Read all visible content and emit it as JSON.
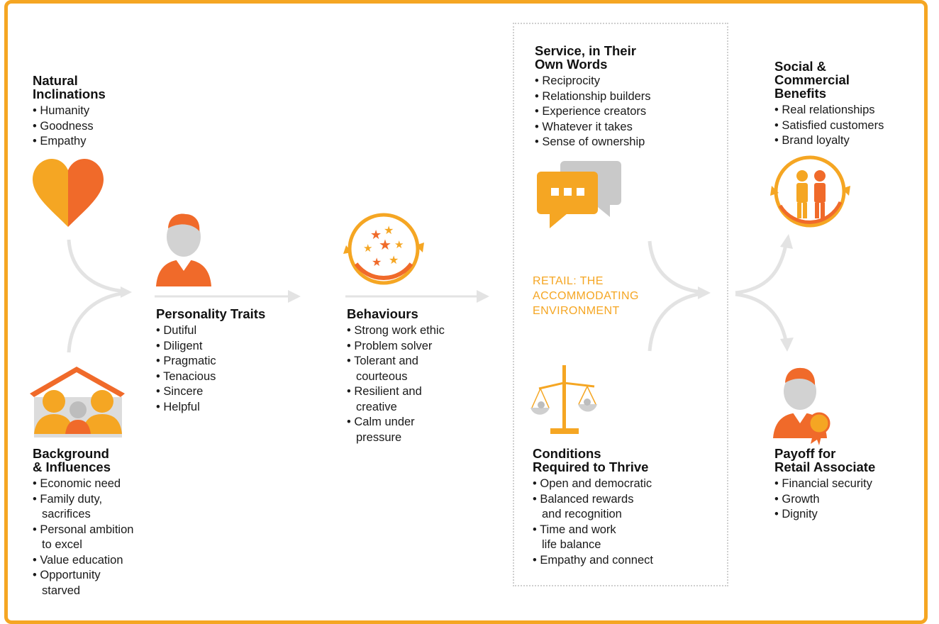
{
  "colors": {
    "frame": "#f5a623",
    "accent": "#f5a623",
    "accent_dark": "#f06a2a",
    "arrow": "#e3e3e3",
    "text": "#1a1a1a"
  },
  "natural": {
    "title": "Natural\nInclinations",
    "items": [
      "Humanity",
      "Goodness",
      "Empathy"
    ],
    "icon": "heart-icon"
  },
  "background": {
    "title": "Background\n& Influences",
    "items": [
      "Economic need",
      "Family duty,\nsacrifices",
      "Personal ambition\nto excel",
      "Value education",
      "Opportunity\nstarved"
    ],
    "icon": "family-house-icon"
  },
  "personality": {
    "title": "Personality Traits",
    "items": [
      "Dutiful",
      "Diligent",
      "Pragmatic",
      "Tenacious",
      "Sincere",
      "Helpful"
    ],
    "icon": "person-icon"
  },
  "behaviours": {
    "title": "Behaviours",
    "items": [
      "Strong work ethic",
      "Problem solver",
      "Tolerant and\ncourteous",
      "Resilient and\ncreative",
      "Calm under\npressure"
    ],
    "icon": "stars-cycle-icon"
  },
  "service": {
    "title": "Service, in Their\nOwn Words",
    "items": [
      "Reciprocity",
      "Relationship builders",
      "Experience creators",
      "Whatever it takes",
      "Sense of ownership"
    ],
    "icon": "speech-bubbles-icon"
  },
  "environment": {
    "label": "RETAIL: THE\nACCOMMODATING\nENVIRONMENT"
  },
  "conditions": {
    "title": "Conditions\nRequired to Thrive",
    "items": [
      "Open and democratic",
      "Balanced rewards\nand recognition",
      "Time and work\nlife balance",
      "Empathy and connect"
    ],
    "icon": "balance-scale-icon"
  },
  "social": {
    "title": "Social &\nCommercial\nBenefits",
    "items": [
      "Real relationships",
      "Satisfied customers",
      "Brand loyalty"
    ],
    "icon": "people-cycle-icon"
  },
  "payoff": {
    "title": "Payoff for\nRetail Associate",
    "items": [
      "Financial security",
      "Growth",
      "Dignity"
    ],
    "icon": "person-award-icon"
  }
}
